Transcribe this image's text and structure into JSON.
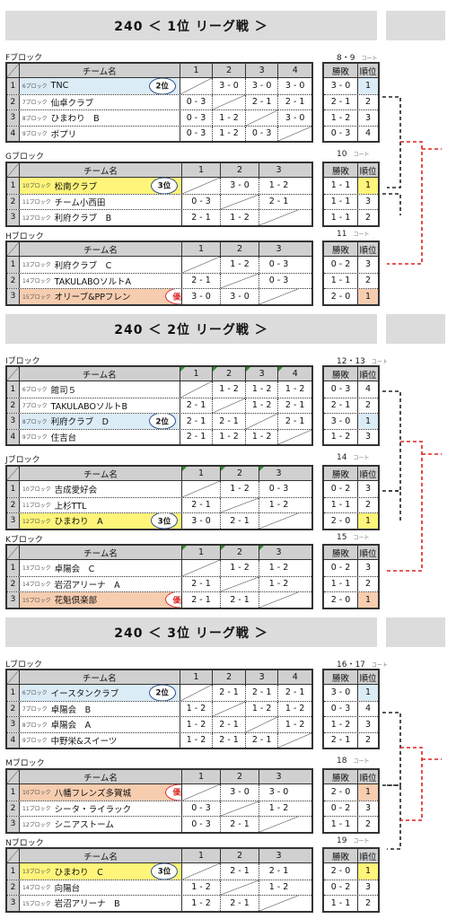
{
  "sections": [
    {
      "title": "240 ＜ 1位 リーグ戦 ＞",
      "blocks": [
        {
          "name": "Fブロック",
          "court": "8・9",
          "court_unit": "コート",
          "cols": [
            "1",
            "2",
            "3",
            "4"
          ],
          "rows": [
            {
              "sub": "6ブロック",
              "team": "TNC",
              "cells": [
                "",
                "3 - 0",
                "3 - 0",
                "3 - 0"
              ],
              "record": "3 - 0",
              "rank": "1",
              "highlight": "blue",
              "badge": "2位"
            },
            {
              "sub": "7ブロック",
              "team": "仙卓クラブ",
              "cells": [
                "0 - 3",
                "",
                "2 - 1",
                "2 - 1"
              ],
              "record": "2 - 1",
              "rank": "2"
            },
            {
              "sub": "8ブロック",
              "team": "ひまわり　B",
              "cells": [
                "0 - 3",
                "1 - 2",
                "",
                "3 - 0"
              ],
              "record": "1 - 2",
              "rank": "3"
            },
            {
              "sub": "9ブロック",
              "team": "ポプリ",
              "cells": [
                "0 - 3",
                "1 - 2",
                "0 - 3",
                ""
              ],
              "record": "0 - 3",
              "rank": "4"
            }
          ]
        },
        {
          "name": "Gブロック",
          "court": "10",
          "court_unit": "コート",
          "cols": [
            "1",
            "2",
            "3"
          ],
          "rows": [
            {
              "sub": "10ブロック",
              "team": "松南クラブ",
              "cells": [
                "",
                "3 - 0",
                "1 - 2"
              ],
              "record": "1 - 1",
              "rank": "1",
              "highlight": "yellow",
              "badge": "3位"
            },
            {
              "sub": "11ブロック",
              "team": "チーム小西田",
              "cells": [
                "0 - 3",
                "",
                "2 - 1"
              ],
              "record": "1 - 1",
              "rank": "3"
            },
            {
              "sub": "12ブロック",
              "team": "利府クラブ　B",
              "cells": [
                "2 - 1",
                "1 - 2",
                ""
              ],
              "record": "1 - 1",
              "rank": "2"
            }
          ]
        },
        {
          "name": "Hブロック",
          "court": "11",
          "court_unit": "コート",
          "cols": [
            "1",
            "2",
            "3"
          ],
          "rows": [
            {
              "sub": "13ブロック",
              "team": "利府クラブ　C",
              "cells": [
                "",
                "1 - 2",
                "0 - 3"
              ],
              "record": "0 - 2",
              "rank": "3"
            },
            {
              "sub": "14ブロック",
              "team": "TAKULABOソルトA",
              "cells": [
                "2 - 1",
                "",
                "0 - 3"
              ],
              "record": "1 - 1",
              "rank": "2"
            },
            {
              "sub": "15ブロック",
              "team": "オリーブ&PPフレン",
              "cells": [
                "3 - 0",
                "3 - 0",
                ""
              ],
              "record": "2 - 0",
              "rank": "1",
              "highlight": "orange",
              "badge": "優勝"
            }
          ]
        }
      ]
    },
    {
      "title": "240 ＜ 2位 リーグ戦 ＞",
      "blocks": [
        {
          "name": "Iブロック",
          "court": "12・13",
          "court_unit": "コート",
          "cols": [
            "1",
            "2",
            "3",
            "4"
          ],
          "rows": [
            {
              "sub": "6ブロック",
              "team": "館司５",
              "cells": [
                "",
                "1 - 2",
                "1 - 2",
                "1 - 2"
              ],
              "record": "0 - 3",
              "rank": "4"
            },
            {
              "sub": "7ブロック",
              "team": "TAKULABOソルトB",
              "cells": [
                "2 - 1",
                "",
                "1 - 2",
                "2 - 1"
              ],
              "record": "2 - 1",
              "rank": "2"
            },
            {
              "sub": "8ブロック",
              "team": "利府クラブ　D",
              "cells": [
                "2 - 1",
                "2 - 1",
                "",
                "2 - 1"
              ],
              "record": "3 - 0",
              "rank": "1",
              "highlight": "blue",
              "badge": "2位"
            },
            {
              "sub": "9ブロック",
              "team": "住吉台",
              "cells": [
                "2 - 1",
                "1 - 2",
                "1 - 2",
                ""
              ],
              "record": "1 - 2",
              "rank": "3"
            }
          ]
        },
        {
          "name": "Jブロック",
          "court": "14",
          "court_unit": "コート",
          "cols": [
            "1",
            "2",
            "3"
          ],
          "rows": [
            {
              "sub": "10ブロック",
              "team": "吉成愛好会",
              "cells": [
                "",
                "1 - 2",
                "0 - 3"
              ],
              "record": "0 - 2",
              "rank": "3"
            },
            {
              "sub": "11ブロック",
              "team": "上杉TTL",
              "cells": [
                "2 - 1",
                "",
                "1 - 2"
              ],
              "record": "1 - 1",
              "rank": "2"
            },
            {
              "sub": "12ブロック",
              "team": "ひまわり　A",
              "cells": [
                "3 - 0",
                "2 - 1",
                ""
              ],
              "record": "2 - 0",
              "rank": "1",
              "highlight": "yellow",
              "badge": "3位"
            }
          ]
        },
        {
          "name": "Kブロック",
          "court": "15",
          "court_unit": "コート",
          "cols": [
            "1",
            "2",
            "3"
          ],
          "rows": [
            {
              "sub": "13ブロック",
              "team": "卓陽会　C",
              "cells": [
                "",
                "1 - 2",
                "1 - 2"
              ],
              "record": "0 - 2",
              "rank": "3"
            },
            {
              "sub": "14ブロック",
              "team": "岩沼アリーナ　A",
              "cells": [
                "2 - 1",
                "",
                "1 - 2"
              ],
              "record": "1 - 1",
              "rank": "2"
            },
            {
              "sub": "15ブロック",
              "team": "花魁倶楽部",
              "cells": [
                "2 - 1",
                "2 - 1",
                ""
              ],
              "record": "2 - 0",
              "rank": "1",
              "highlight": "orange",
              "badge": "優勝"
            }
          ]
        }
      ]
    },
    {
      "title": "240 ＜ 3位 リーグ戦 ＞",
      "blocks": [
        {
          "name": "Lブロック",
          "court": "16・17",
          "court_unit": "コート",
          "cols": [
            "1",
            "2",
            "3",
            "4"
          ],
          "rows": [
            {
              "sub": "6ブロック",
              "team": "イースタンクラブ",
              "cells": [
                "",
                "2 - 1",
                "2 - 1",
                "2 - 1"
              ],
              "record": "3 - 0",
              "rank": "1",
              "highlight": "blue",
              "badge": "2位"
            },
            {
              "sub": "7ブロック",
              "team": "卓陽会　B",
              "cells": [
                "1 - 2",
                "",
                "1 - 2",
                "1 - 2"
              ],
              "record": "0 - 3",
              "rank": "4"
            },
            {
              "sub": "8ブロック",
              "team": "卓陽会　A",
              "cells": [
                "1 - 2",
                "2 - 1",
                "",
                "1 - 2"
              ],
              "record": "1 - 2",
              "rank": "3"
            },
            {
              "sub": "9ブロック",
              "team": "中野栄&スイーツ",
              "cells": [
                "1 - 2",
                "2 - 1",
                "2 - 1",
                ""
              ],
              "record": "2 - 1",
              "rank": "2"
            }
          ]
        },
        {
          "name": "Mブロック",
          "court": "18",
          "court_unit": "コート",
          "cols": [
            "1",
            "2",
            "3"
          ],
          "rows": [
            {
              "sub": "10ブロック",
              "team": "八幡フレンズ多賀城",
              "cells": [
                "",
                "3 - 0",
                "3 - 0"
              ],
              "record": "2 - 0",
              "rank": "1",
              "highlight": "orange",
              "badge": "優勝"
            },
            {
              "sub": "11ブロック",
              "team": "シータ・ライラック",
              "cells": [
                "0 - 3",
                "",
                "1 - 2"
              ],
              "record": "0 - 2",
              "rank": "3"
            },
            {
              "sub": "12ブロック",
              "team": "シニアストーム",
              "cells": [
                "0 - 3",
                "2 - 1",
                ""
              ],
              "record": "1 - 1",
              "rank": "2"
            }
          ]
        },
        {
          "name": "Nブロック",
          "court": "19",
          "court_unit": "コート",
          "cols": [
            "1",
            "2",
            "3"
          ],
          "rows": [
            {
              "sub": "13ブロック",
              "team": "ひまわり　C",
              "cells": [
                "",
                "2 - 1",
                "2 - 1"
              ],
              "record": "2 - 0",
              "rank": "1",
              "highlight": "yellow",
              "badge": "3位"
            },
            {
              "sub": "14ブロック",
              "team": "向陽台",
              "cells": [
                "1 - 2",
                "",
                "1 - 2"
              ],
              "record": "0 - 2",
              "rank": "3"
            },
            {
              "sub": "15ブロック",
              "team": "岩沼アリーナ　B",
              "cells": [
                "1 - 2",
                "2 - 1",
                ""
              ],
              "record": "1 - 1",
              "rank": "2"
            }
          ]
        }
      ]
    }
  ],
  "labels": {
    "team_header": "チーム名",
    "record_header": "勝敗",
    "rank_header": "順位"
  },
  "colors": {
    "blue": "#dcecf6",
    "yellow": "#fff57a",
    "orange": "#f7cdb0",
    "bracket_black": "#222222",
    "bracket_red": "#e02020"
  }
}
